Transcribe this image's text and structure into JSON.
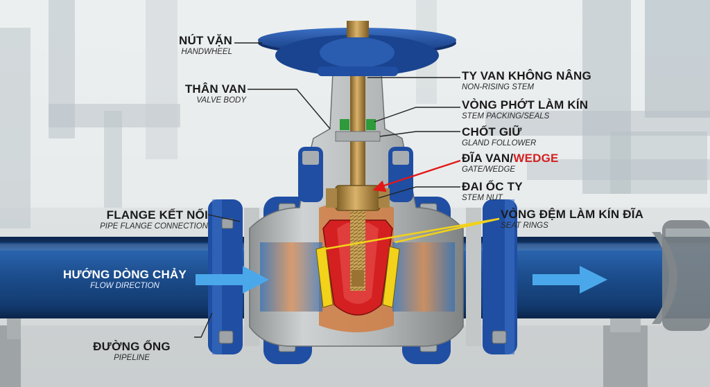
{
  "labels": {
    "handwheel": {
      "vi": "NÚT VẶN",
      "en": "HANDWHEEL"
    },
    "valve_body": {
      "vi": "THÂN VAN",
      "en": "VALVE BODY"
    },
    "flange": {
      "vi": "FLANGE KẾT NỐI",
      "en": "PIPE FLANGE CONNECTION"
    },
    "flow": {
      "vi": "HƯỚNG DÒNG CHẢY",
      "en": "FLOW DIRECTION"
    },
    "pipeline": {
      "vi": "ĐƯỜNG ỐNG",
      "en": "PIPELINE"
    },
    "stem": {
      "vi": "TY VAN KHÔNG NÂNG",
      "en": "NON-RISING STEM"
    },
    "packing": {
      "vi": "VÒNG PHỚT LÀM KÍN",
      "en": "STEM PACKING/SEALS"
    },
    "gland": {
      "vi": "CHỐT GIỮ",
      "en": "GLAND FOLLOWER"
    },
    "wedge": {
      "vi": "ĐĨA VAN/",
      "vi_accent": "WEDGE",
      "en": "GATE/WEDGE"
    },
    "stem_nut": {
      "vi": "ĐAI ỐC TY",
      "en": "STEM NUT"
    },
    "seat": {
      "vi": "VÒNG ĐỆM LÀM KÍN ĐĨA",
      "en": "SEAT RINGS"
    }
  },
  "colors": {
    "pipe_blue": "#1d4f8f",
    "flange_blue": "#1f4ea3",
    "body_grey": "#b9bcbd",
    "wedge_red": "#d42020",
    "seat_yellow": "#f2d21a",
    "stem_brass": "#b08a45",
    "flow_arrow": "#4aa8ea",
    "packing_green": "#2f9a3a"
  }
}
